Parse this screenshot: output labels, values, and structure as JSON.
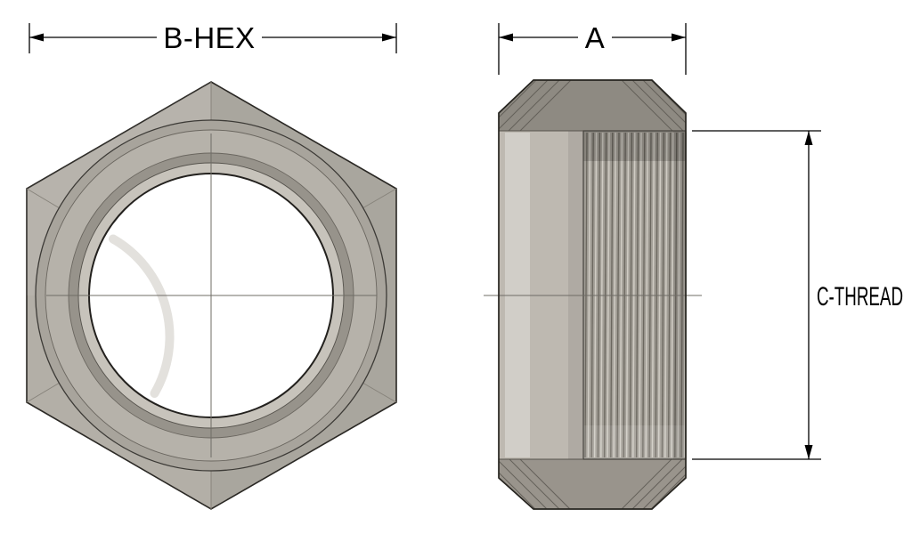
{
  "diagram": {
    "dimensions": {
      "b_hex": "B-HEX",
      "a": "A",
      "c_thread": "C-THREAD"
    },
    "colors": {
      "background": "#ffffff",
      "body": "#b3afa7",
      "body_shadow": "#8e8a82",
      "bore": "#ffffff",
      "line": "#26241f"
    }
  }
}
